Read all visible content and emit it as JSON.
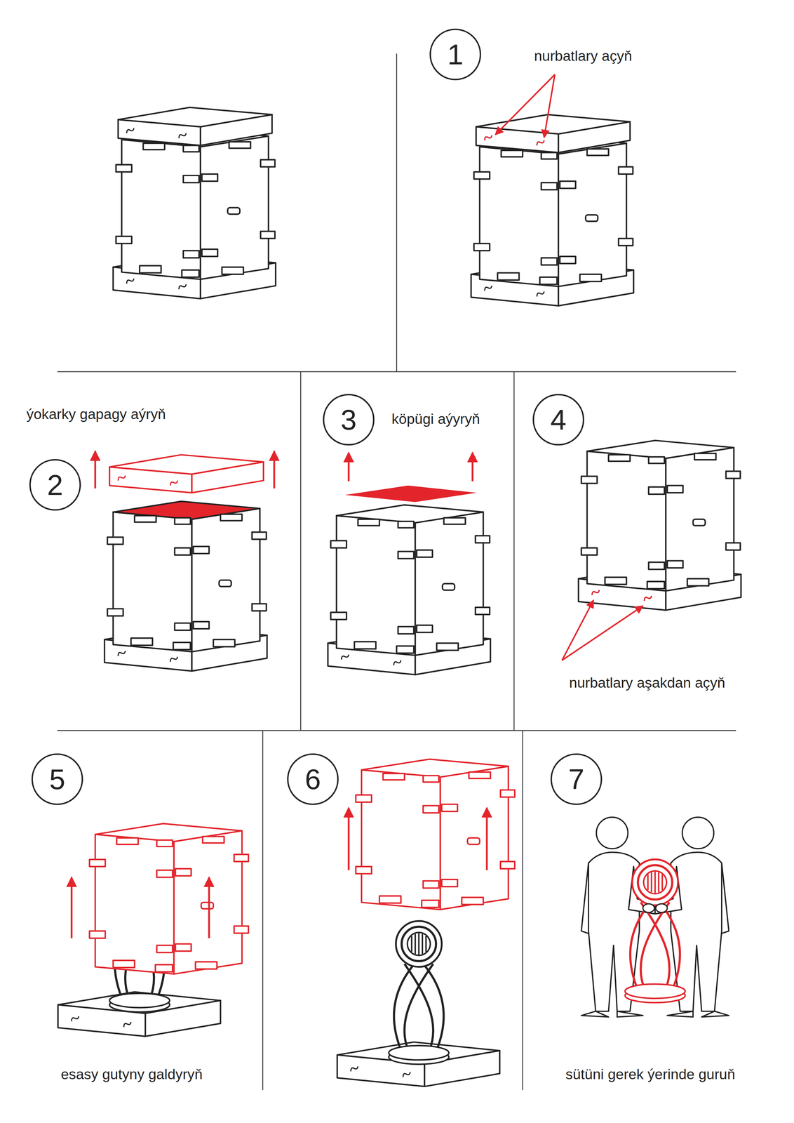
{
  "diagram": {
    "nodes": [
      {
        "text": [
          "1"
        ]
      },
      {
        "text": [
          "2"
        ]
      },
      {
        "text": [
          "3"
        ]
      },
      {
        "text": [
          "4"
        ]
      },
      {
        "text": [
          "5"
        ]
      },
      {
        "text": [
          "6"
        ]
      },
      {
        "text": [
          "7"
        ]
      }
    ],
    "labels": [
      "nurbatlary açyň",
      "ýokarky gapagy aýryň",
      "köpügi aýyryň",
      "nurbatlary aşakdan açyň",
      "esasy gutyny galdyryň",
      "sütüni gerek ýerinde guruň"
    ]
  }
}
